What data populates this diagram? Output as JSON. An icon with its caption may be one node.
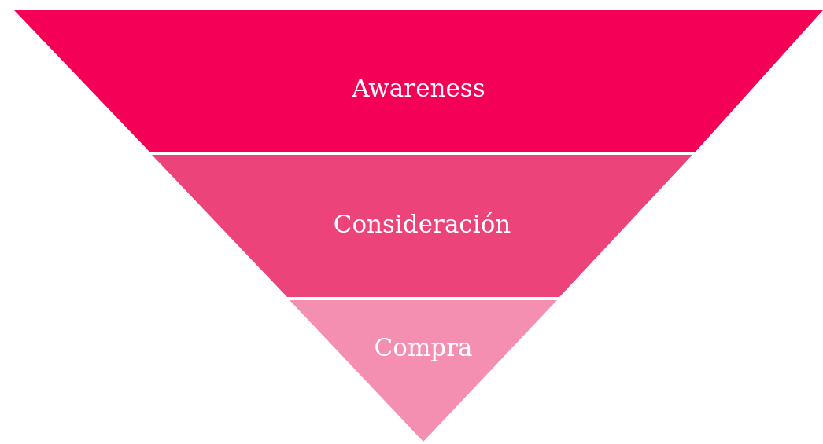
{
  "diagram": {
    "nodes": [
      {
        "text": [
          "Awareness"
        ]
      },
      {
        "text": [
          "Consideración"
        ]
      },
      {
        "text": [
          "Compra"
        ]
      }
    ]
  }
}
